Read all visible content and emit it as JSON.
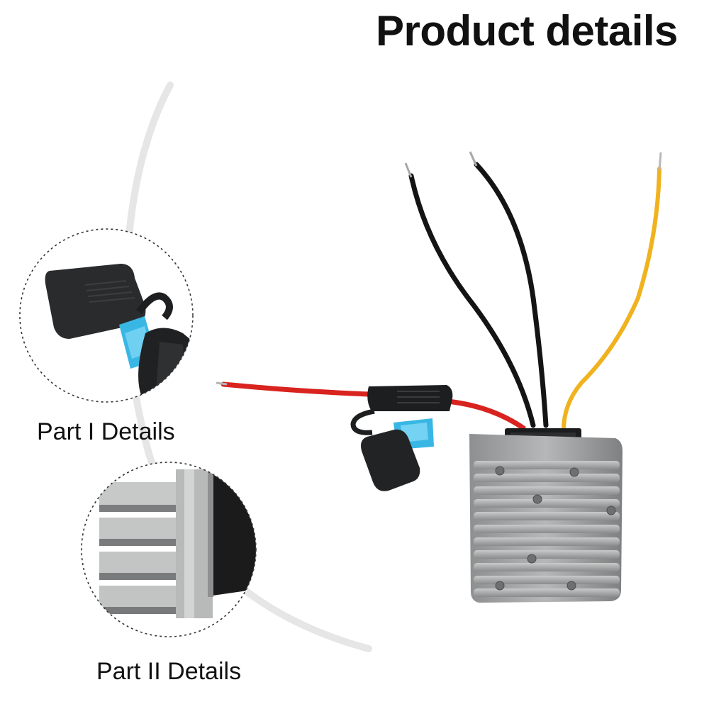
{
  "page": {
    "title": "Product details",
    "detail_1_label": "Part I Details",
    "detail_2_label": "Part II Details"
  },
  "colors": {
    "background": "#ffffff",
    "text": "#111111",
    "arc": "#e6e6e6",
    "housing": "#a9aaab",
    "wire_red": "#d8231f",
    "wire_black": "#141414",
    "wire_yellow": "#f0b21e",
    "fuse_blue": "#39b7e4"
  },
  "icons": [
    "fuse-holder-icon",
    "heatsink-icon",
    "converter-module-icon"
  ]
}
